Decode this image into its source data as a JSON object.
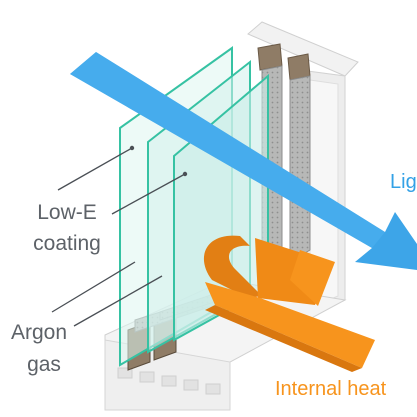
{
  "labels": {
    "low_e_line1": "Low-E",
    "low_e_line2": "coating",
    "argon_line1": "Argon",
    "argon_line2": "gas",
    "light": "Lig",
    "internal_heat": "Internal heat"
  },
  "colors": {
    "light_arrow": "#3da5e8",
    "heat_arrow": "#f7941d",
    "glass_edge": "#3cc7a8",
    "glass_fill": "#d7f1ee",
    "frame": "#f4f4f4",
    "frame_shade": "#dcdcdc",
    "spacer": "#a9aaa9",
    "label_text": "#5d6268"
  }
}
